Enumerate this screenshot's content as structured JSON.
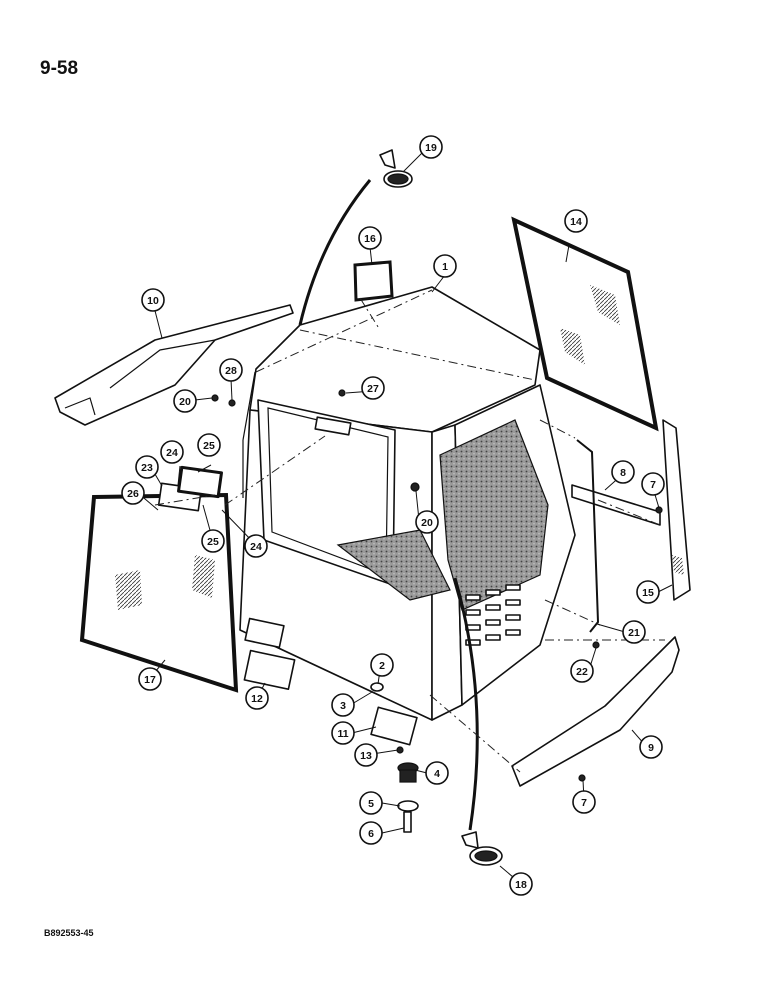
{
  "page_number": "9-58",
  "figure_code": "B892553-45",
  "callouts": [
    "1",
    "2",
    "3",
    "4",
    "5",
    "6",
    "7",
    "7",
    "8",
    "9",
    "10",
    "11",
    "12",
    "13",
    "14",
    "15",
    "16",
    "17",
    "18",
    "19",
    "20",
    "20",
    "21",
    "22",
    "23",
    "24",
    "24",
    "25",
    "25",
    "26",
    "27",
    "28"
  ]
}
